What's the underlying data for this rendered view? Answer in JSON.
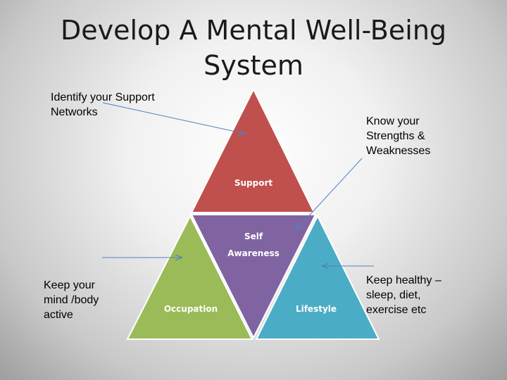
{
  "slide": {
    "title_lines": [
      "Develop A Mental Well-Being",
      "System"
    ]
  },
  "triangles": {
    "support": "Support",
    "self_awareness_lines": [
      "Self",
      "Awareness"
    ],
    "occupation": "Occupation",
    "lifestyle": "Lifestyle"
  },
  "notes": {
    "support_networks": [
      "Identify your Support",
      "Networks"
    ],
    "strengths": [
      "Know your",
      "Strengths &",
      "Weaknesses"
    ],
    "mind_body": [
      "Keep your",
      "mind /body",
      "active"
    ],
    "healthy": [
      "Keep healthy –",
      "sleep, diet,",
      "exercise etc"
    ]
  },
  "colors": {
    "support": "#c0504d",
    "self_awareness": "#8064a2",
    "occupation": "#9bbb59",
    "lifestyle": "#4bacc6",
    "arrow": "#4f81bd"
  }
}
